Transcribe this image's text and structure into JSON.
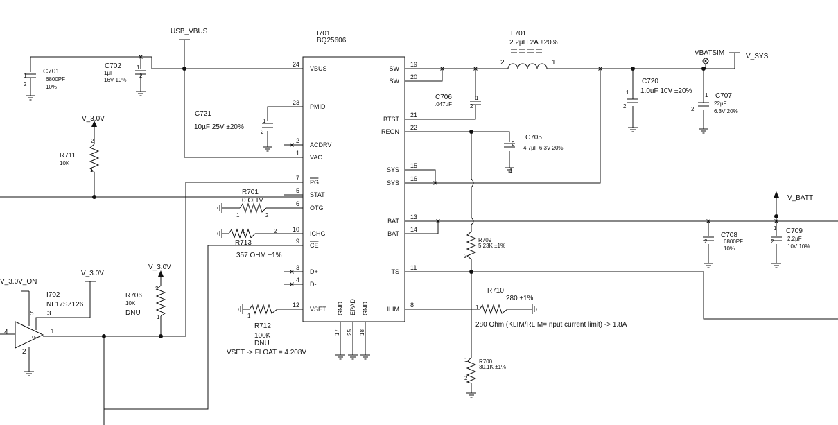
{
  "ic": {
    "ref": "I701",
    "part": "BQ25606",
    "left_pins": [
      {
        "num": "24",
        "name": "VBUS"
      },
      {
        "num": "23",
        "name": "PMID"
      },
      {
        "num": "2",
        "name": "ACDRV"
      },
      {
        "num": "1",
        "name": "VAC"
      },
      {
        "num": "7",
        "name": "PG"
      },
      {
        "num": "5",
        "name": "STAT"
      },
      {
        "num": "6",
        "name": "OTG"
      },
      {
        "num": "10",
        "name": "ICHG"
      },
      {
        "num": "9",
        "name": "CE"
      },
      {
        "num": "3",
        "name": "D+"
      },
      {
        "num": "4",
        "name": "D-"
      },
      {
        "num": "12",
        "name": "VSET"
      }
    ],
    "right_pins": [
      {
        "num": "19",
        "name": "SW"
      },
      {
        "num": "20",
        "name": "SW"
      },
      {
        "num": "21",
        "name": "BTST"
      },
      {
        "num": "22",
        "name": "REGN"
      },
      {
        "num": "15",
        "name": "SYS"
      },
      {
        "num": "16",
        "name": "SYS"
      },
      {
        "num": "13",
        "name": "BAT"
      },
      {
        "num": "14",
        "name": "BAT"
      },
      {
        "num": "11",
        "name": "TS"
      },
      {
        "num": "8",
        "name": "ILIM"
      }
    ],
    "bottom_pins": [
      {
        "num": "17",
        "name": "GND"
      },
      {
        "num": "25",
        "name": "EPAD"
      },
      {
        "num": "18",
        "name": "GND"
      }
    ]
  },
  "nets": {
    "usb_vbus": "USB_VBUS",
    "v3a": "V_3.0V",
    "v3b": "V_3.0V",
    "v3c": "V_3.0V",
    "v3_on": "V_3.0V_ON",
    "vbatsim": "VBATSIM",
    "v_sys": "V_SYS",
    "v_batt": "V_BATT"
  },
  "parts": {
    "c701": {
      "ref": "C701",
      "v1": "6800PF",
      "v2": "10%"
    },
    "c702": {
      "ref": "C702",
      "v1": "1µF",
      "v2": "16V 10%"
    },
    "c721": {
      "ref": "C721",
      "v1": "10µF 25V ±20%"
    },
    "r711": {
      "ref": "R711",
      "v1": "10K"
    },
    "r701": {
      "ref": "R701",
      "v1": "0 OHM"
    },
    "r713": {
      "ref": "R713",
      "v1": "357 OHM ±1%"
    },
    "r706": {
      "ref": "R706",
      "v1": "10K",
      "v2": "DNU"
    },
    "i702": {
      "ref": "I702",
      "v1": "NL17SZ126"
    },
    "r712": {
      "ref": "R712",
      "v1": "100K",
      "v2": "DNU"
    },
    "l701": {
      "ref": "L701",
      "v1": "2.2µH 2A ±20%"
    },
    "c706": {
      "ref": "C706",
      "v1": ".047µF"
    },
    "c705": {
      "ref": "C705",
      "v1": "4.7µF 6.3V 20%"
    },
    "c720": {
      "ref": "C720",
      "v1": "1.0uF 10V ±20%"
    },
    "c707": {
      "ref": "C707",
      "v1": "22µF",
      "v2": "6.3V 20%"
    },
    "r709": {
      "ref": "R709",
      "v1": "5.23K ±1%"
    },
    "r710": {
      "ref": "R710",
      "v1": "280 ±1%"
    },
    "r700": {
      "ref": "R700",
      "v1": "30.1K ±1%"
    },
    "c708": {
      "ref": "C708",
      "v1": "6800PF",
      "v2": "10%"
    },
    "c709": {
      "ref": "C709",
      "v1": "2.2µF",
      "v2": "10V 10%"
    }
  },
  "notes": {
    "vset": "VSET -> FLOAT = 4.208V",
    "ilim": "280 Ohm (KLIM/RLIM=Input current limit) -> 1.8A"
  },
  "buffer_pins": {
    "in": "4",
    "vcc": "5",
    "oe": "3",
    "gnd": "2",
    "out": "1",
    "oe_text": "OE"
  },
  "comp_pins": {
    "one": "1",
    "two": "2"
  }
}
